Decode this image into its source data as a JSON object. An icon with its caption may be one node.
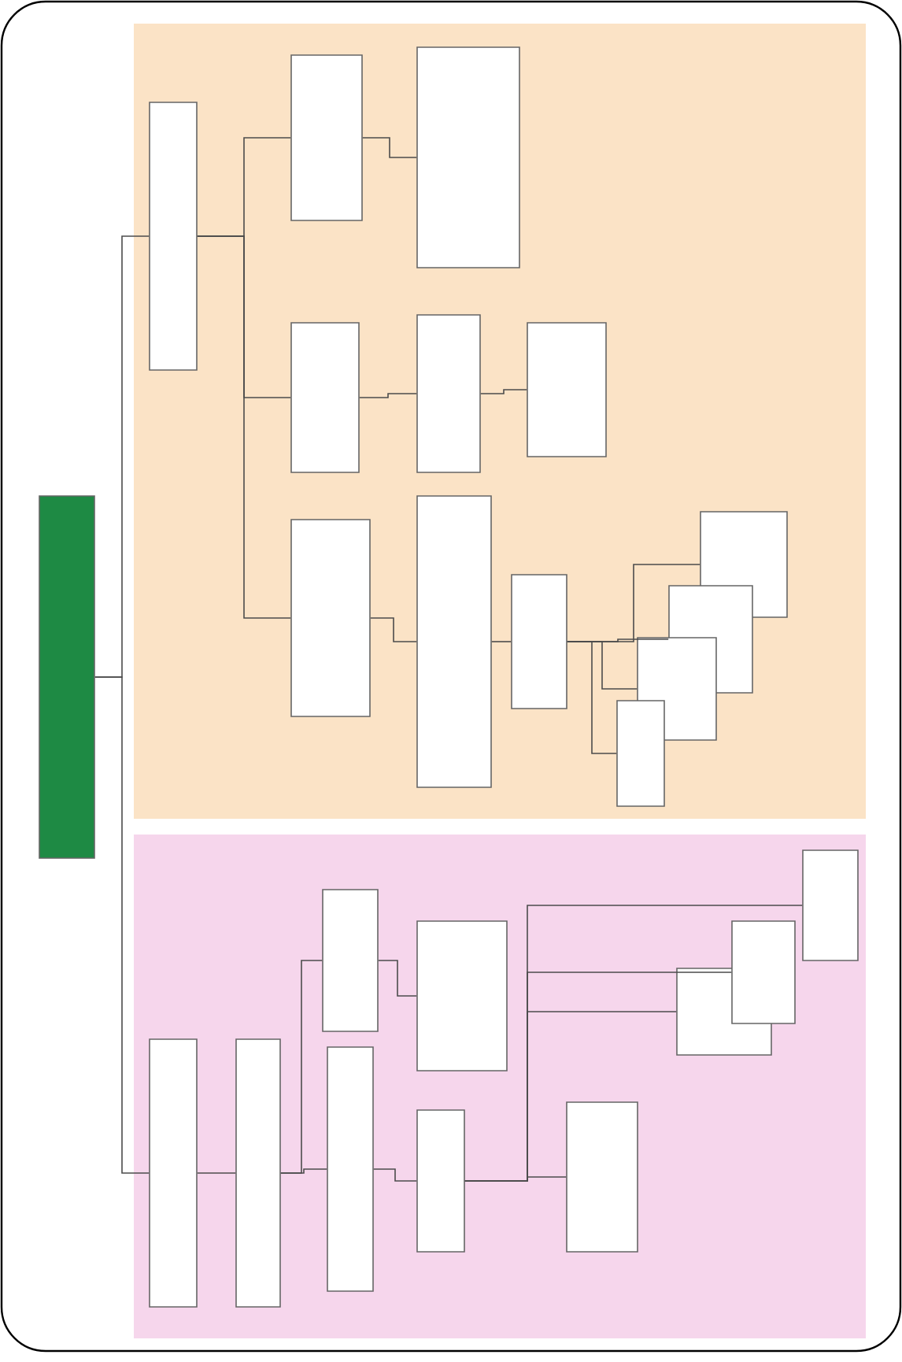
{
  "diagram": {
    "nodes": [
      {
        "text": [],
        "shape": "box"
      },
      {
        "text": [],
        "shape": "box"
      },
      {
        "text": [],
        "shape": "box",
        "in": 1
      },
      {
        "text": [],
        "shape": "box",
        "in": 1
      },
      {
        "text": [],
        "shape": "box",
        "in": 1
      },
      {
        "text": [],
        "shape": "box",
        "in": 1
      },
      {
        "text": [],
        "shape": "box",
        "in": 1
      },
      {
        "text": [],
        "shape": "box",
        "in": 1
      },
      {
        "text": [],
        "shape": "box",
        "in": 1
      },
      {
        "text": [],
        "shape": "box",
        "in": 1
      },
      {
        "text": [],
        "shape": "box",
        "in": 1
      },
      {
        "text": [],
        "shape": "box",
        "in": 1
      },
      {
        "text": [],
        "shape": "box",
        "in": 1
      },
      {
        "text": [],
        "shape": "box",
        "in": 1
      },
      {
        "text": [],
        "shape": "box",
        "in": 1
      },
      {
        "text": [],
        "shape": "box"
      },
      {
        "text": [],
        "shape": "box",
        "in": 15
      },
      {
        "text": [],
        "shape": "box",
        "in": 15
      },
      {
        "text": [],
        "shape": "box",
        "in": 15
      },
      {
        "text": [],
        "shape": "box",
        "in": 15
      },
      {
        "text": [],
        "shape": "box",
        "in": 15
      },
      {
        "text": [],
        "shape": "box",
        "in": 15
      },
      {
        "text": [],
        "shape": "box",
        "in": 15
      },
      {
        "text": [],
        "shape": "box",
        "in": 15
      },
      {
        "text": [],
        "shape": "box",
        "in": 15
      },
      {
        "text": [],
        "shape": "box",
        "in": 15
      }
    ],
    "edges": [
      {
        "from": 0,
        "to": 2,
        "arrow": "none"
      },
      {
        "from": 0,
        "to": 16,
        "arrow": "none"
      },
      {
        "from": 2,
        "to": 3,
        "arrow": "none"
      },
      {
        "from": 2,
        "to": 4,
        "arrow": "none"
      },
      {
        "from": 2,
        "to": 5,
        "arrow": "none"
      },
      {
        "from": 3,
        "to": 6,
        "arrow": "none"
      },
      {
        "from": 4,
        "to": 7,
        "arrow": "none"
      },
      {
        "from": 7,
        "to": 8,
        "arrow": "none"
      },
      {
        "from": 5,
        "to": 9,
        "arrow": "none"
      },
      {
        "from": 9,
        "to": 10,
        "arrow": "none"
      },
      {
        "from": 10,
        "to": 11,
        "arrow": "none"
      },
      {
        "from": 10,
        "to": 12,
        "arrow": "none"
      },
      {
        "from": 10,
        "to": 13,
        "arrow": "none"
      },
      {
        "from": 10,
        "to": 14,
        "arrow": "none"
      },
      {
        "from": 16,
        "to": 17,
        "arrow": "none"
      },
      {
        "from": 17,
        "to": 18,
        "arrow": "none"
      },
      {
        "from": 17,
        "to": 19,
        "arrow": "none"
      },
      {
        "from": 19,
        "to": 20,
        "arrow": "none"
      },
      {
        "from": 18,
        "to": 21,
        "arrow": "none"
      },
      {
        "from": 21,
        "to": 22,
        "arrow": "none"
      },
      {
        "from": 21,
        "to": 23,
        "arrow": "none"
      },
      {
        "from": 21,
        "to": 24,
        "arrow": "none"
      },
      {
        "from": 21,
        "to": 25,
        "arrow": "none"
      }
    ]
  }
}
